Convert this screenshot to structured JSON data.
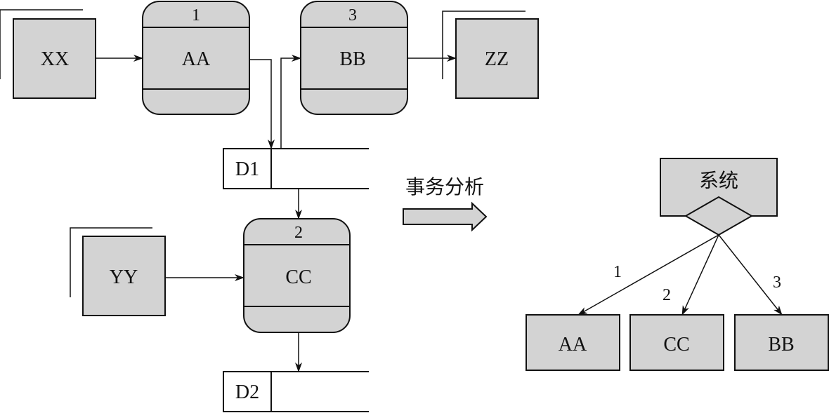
{
  "externals": {
    "xx": "XX",
    "yy": "YY",
    "zz": "ZZ"
  },
  "processes": {
    "aa": {
      "number": "1",
      "label": "AA"
    },
    "bb": {
      "number": "3",
      "label": "BB"
    },
    "cc": {
      "number": "2",
      "label": "CC"
    }
  },
  "stores": {
    "d1": "D1",
    "d2": "D2"
  },
  "transform_label": "事务分析",
  "structure": {
    "root": "系统",
    "children": [
      {
        "label": "AA",
        "edge": "1"
      },
      {
        "label": "CC",
        "edge": "2"
      },
      {
        "label": "BB",
        "edge": "3"
      }
    ]
  },
  "colors": {
    "fill": "#d3d3d3",
    "stroke": "#111111"
  }
}
